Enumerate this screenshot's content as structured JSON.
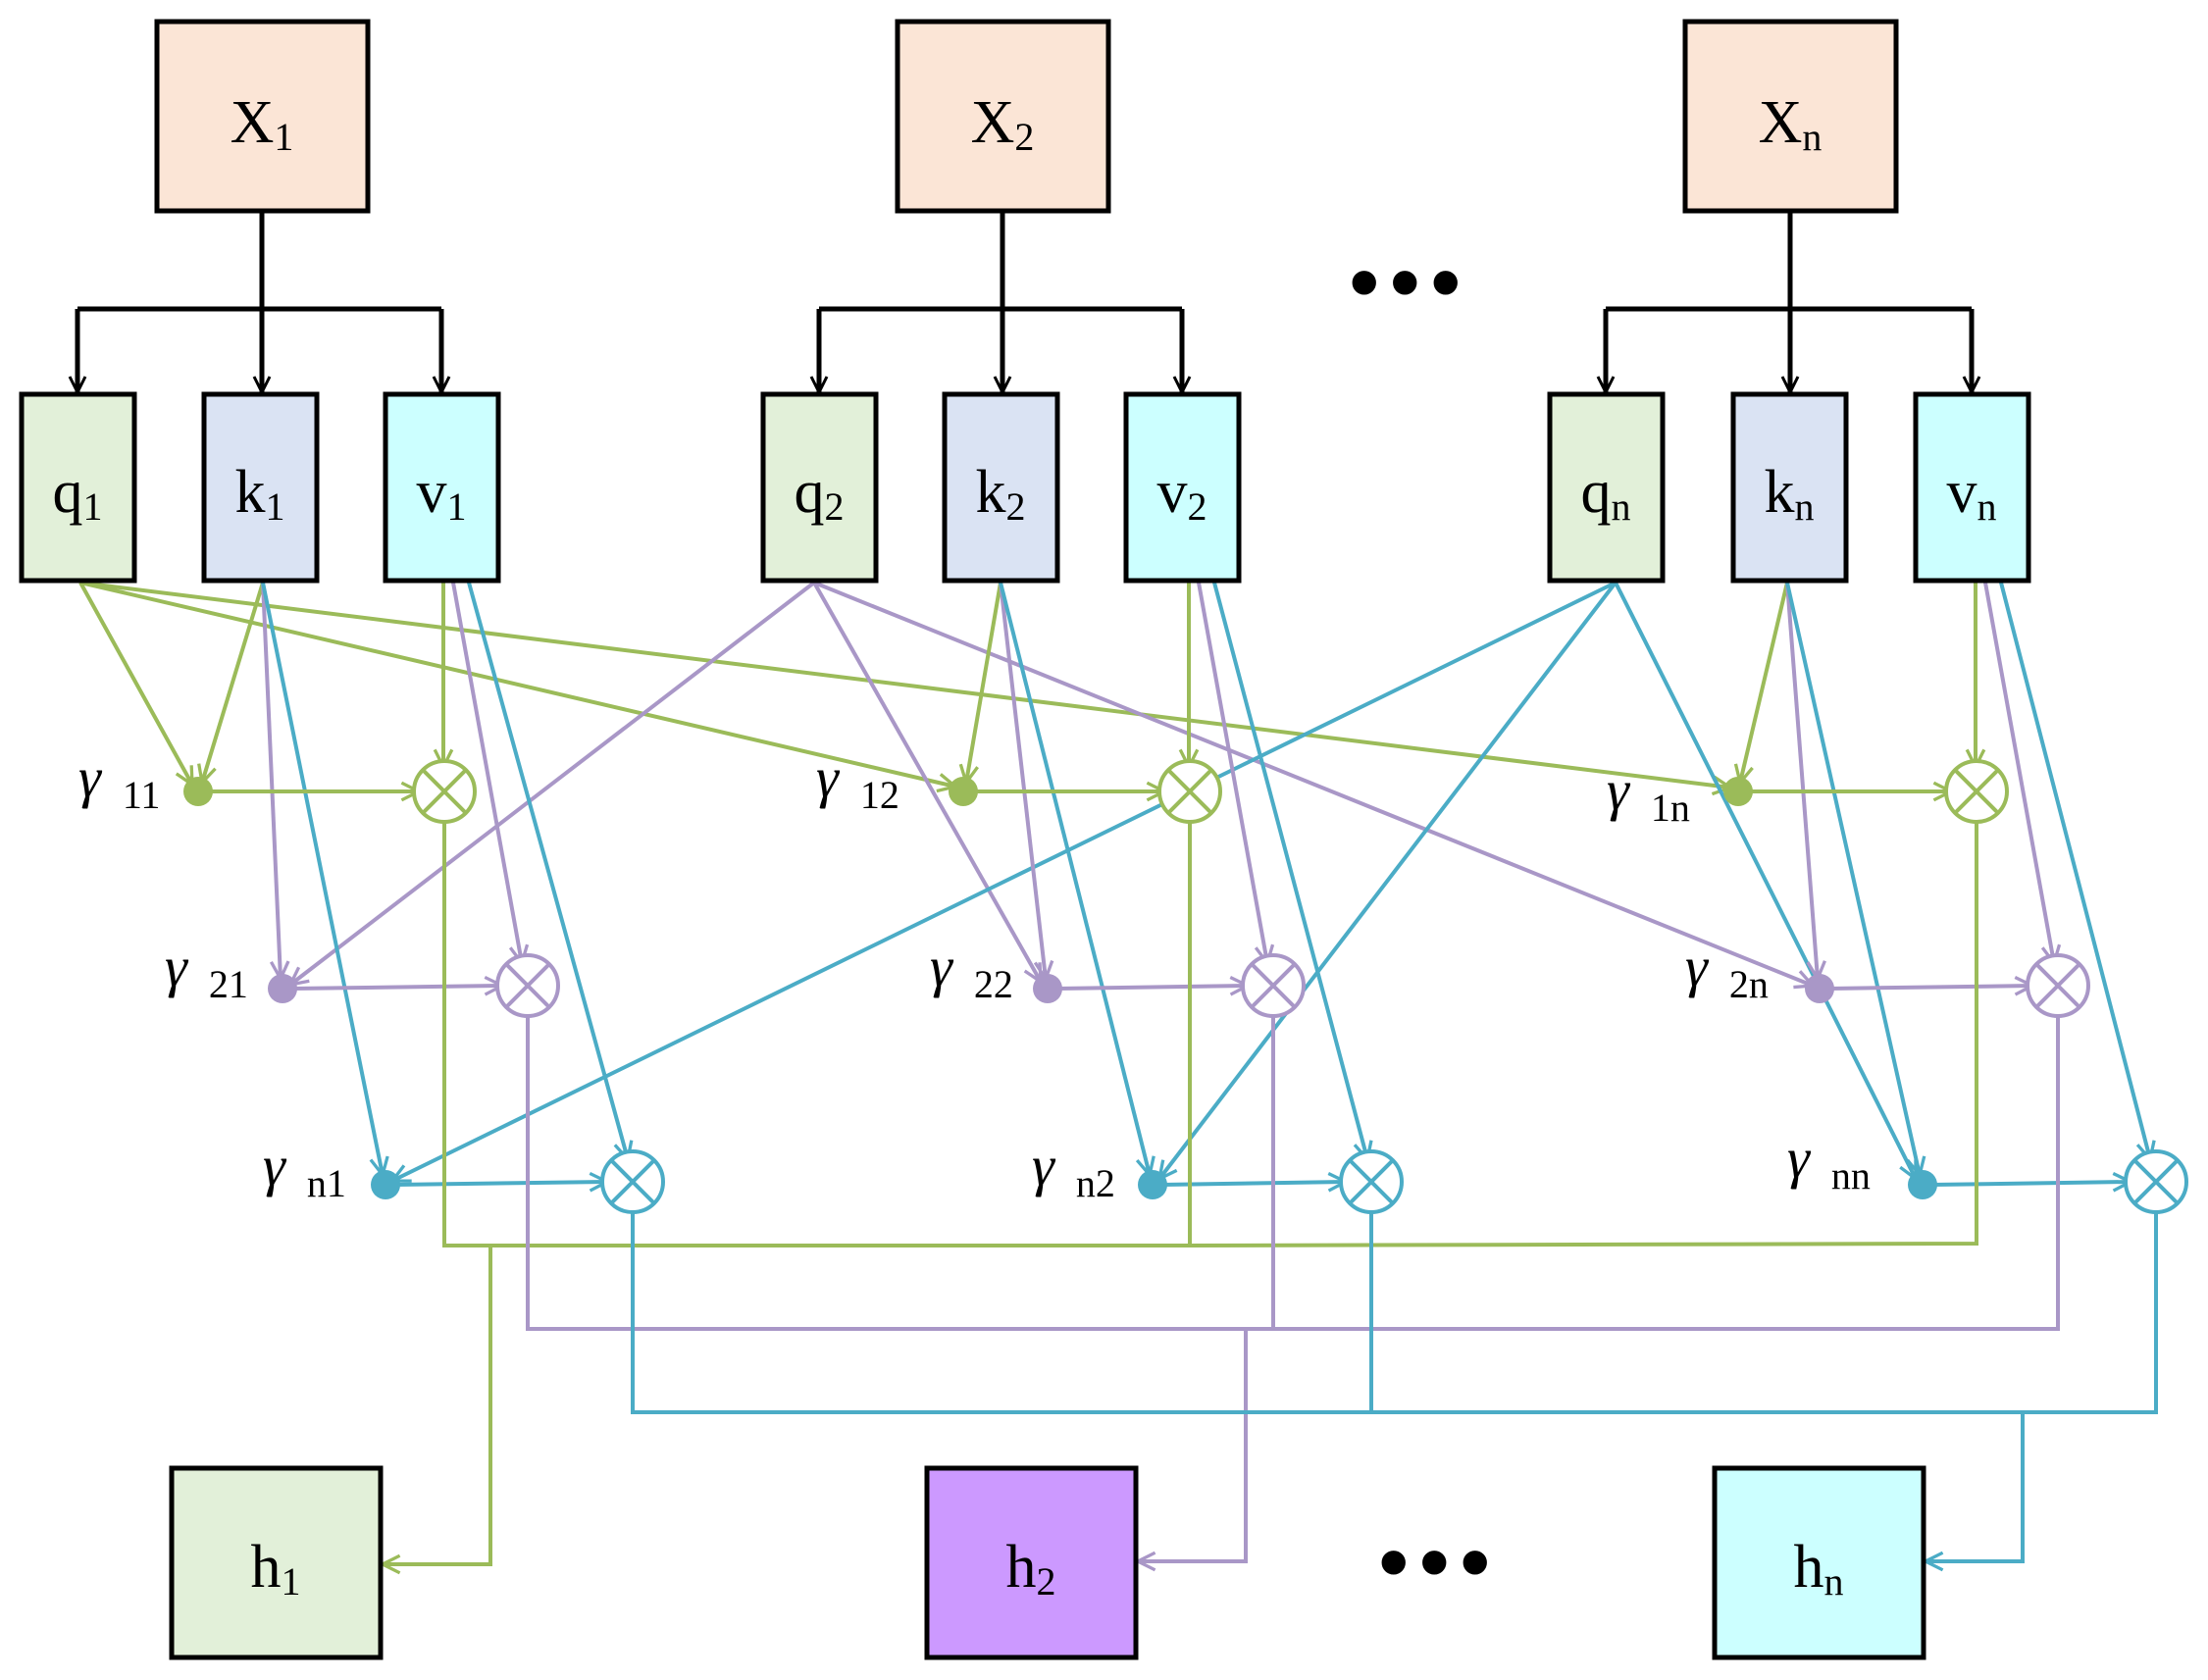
{
  "colors": {
    "input_fill": "#fbe5d6",
    "query_fill": "#e2f0d9",
    "key_fill": "#dae3f3",
    "value_fill": "#ccffff",
    "h1_fill": "#e2f0d9",
    "h2_fill": "#cc99ff",
    "hn_fill": "#ccffff",
    "green": "#9bbb59",
    "purple": "#a997c7",
    "teal": "#4bacc6",
    "black": "#000000"
  },
  "inputs": [
    {
      "base": "X",
      "sub": "1"
    },
    {
      "base": "X",
      "sub": "2"
    },
    {
      "base": "X",
      "sub": "n"
    }
  ],
  "qkv": [
    [
      {
        "base": "q",
        "sub": "1"
      },
      {
        "base": "k",
        "sub": "1"
      },
      {
        "base": "v",
        "sub": "1"
      }
    ],
    [
      {
        "base": "q",
        "sub": "2"
      },
      {
        "base": "k",
        "sub": "2"
      },
      {
        "base": "v",
        "sub": "2"
      }
    ],
    [
      {
        "base": "q",
        "sub": "n"
      },
      {
        "base": "k",
        "sub": "n"
      },
      {
        "base": "v",
        "sub": "n"
      }
    ]
  ],
  "gammas": [
    [
      "11",
      "12",
      "1n"
    ],
    [
      "21",
      "22",
      "2n"
    ],
    [
      "n1",
      "n2",
      "nn"
    ]
  ],
  "gamma_symbol": "γ",
  "outputs": [
    {
      "base": "h",
      "sub": "1"
    },
    {
      "base": "h",
      "sub": "2"
    },
    {
      "base": "h",
      "sub": "n"
    }
  ],
  "ellipsis": "•••",
  "icons": {
    "multiply": "circled-times-icon",
    "dot": "filled-dot-icon",
    "arrow": "arrowhead-icon"
  }
}
